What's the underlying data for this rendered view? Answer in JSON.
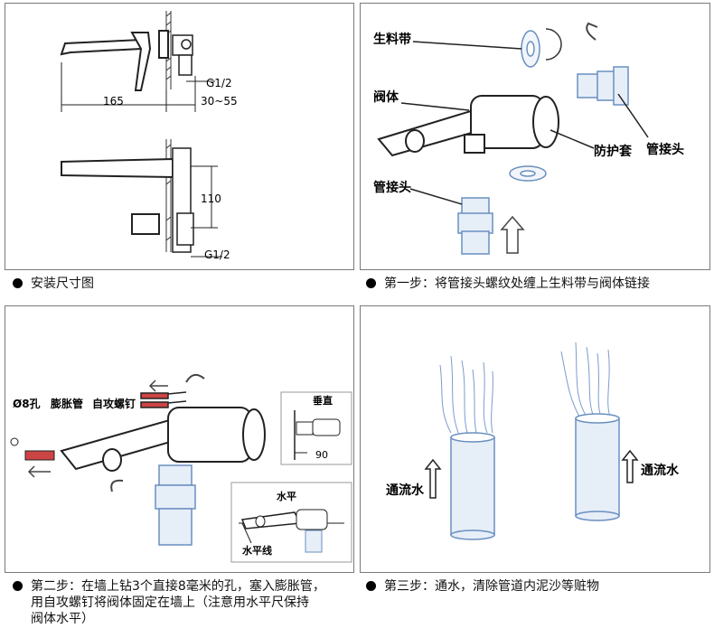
{
  "panel1": {
    "dim_g12_top": "G1/2",
    "dim_165": "165",
    "dim_30_55": "30~55",
    "dim_110": "110",
    "dim_g12_bottom": "G1/2",
    "caption": "安装尺寸图"
  },
  "panel2": {
    "label_ptfe_tape": "生料带",
    "label_valve_body": "阀体",
    "label_protective_cover": "防护套",
    "label_pipe_joint_left": "管接头",
    "label_pipe_joint_right": "管接头",
    "caption": "第一步：将管接头螺纹处缠上生料带与阀体链接"
  },
  "panel3": {
    "label_hole": "Ø8孔",
    "label_anchor": "膨胀管",
    "label_screw": "自攻螺钉",
    "label_vertical": "垂直",
    "label_90": "90",
    "label_horizontal": "水平",
    "label_level_line": "水平线",
    "caption_line1": "第二步：在墙上钻3个直接8毫米的孔，塞入膨胀管，",
    "caption_line2": "用自攻螺钉将阀体固定在墙上（注意用水平尺保持",
    "caption_line3": "阀体水平）"
  },
  "panel4": {
    "label_flow_left": "通流水",
    "label_flow_right": "通流水",
    "caption": "第三步：通水，清除管道内泥沙等赃物"
  },
  "colors": {
    "border": "#7a7a7a",
    "blue_line": "#6a8fc0",
    "pipe_fill": "#e6eef8",
    "dark": "#222222"
  }
}
